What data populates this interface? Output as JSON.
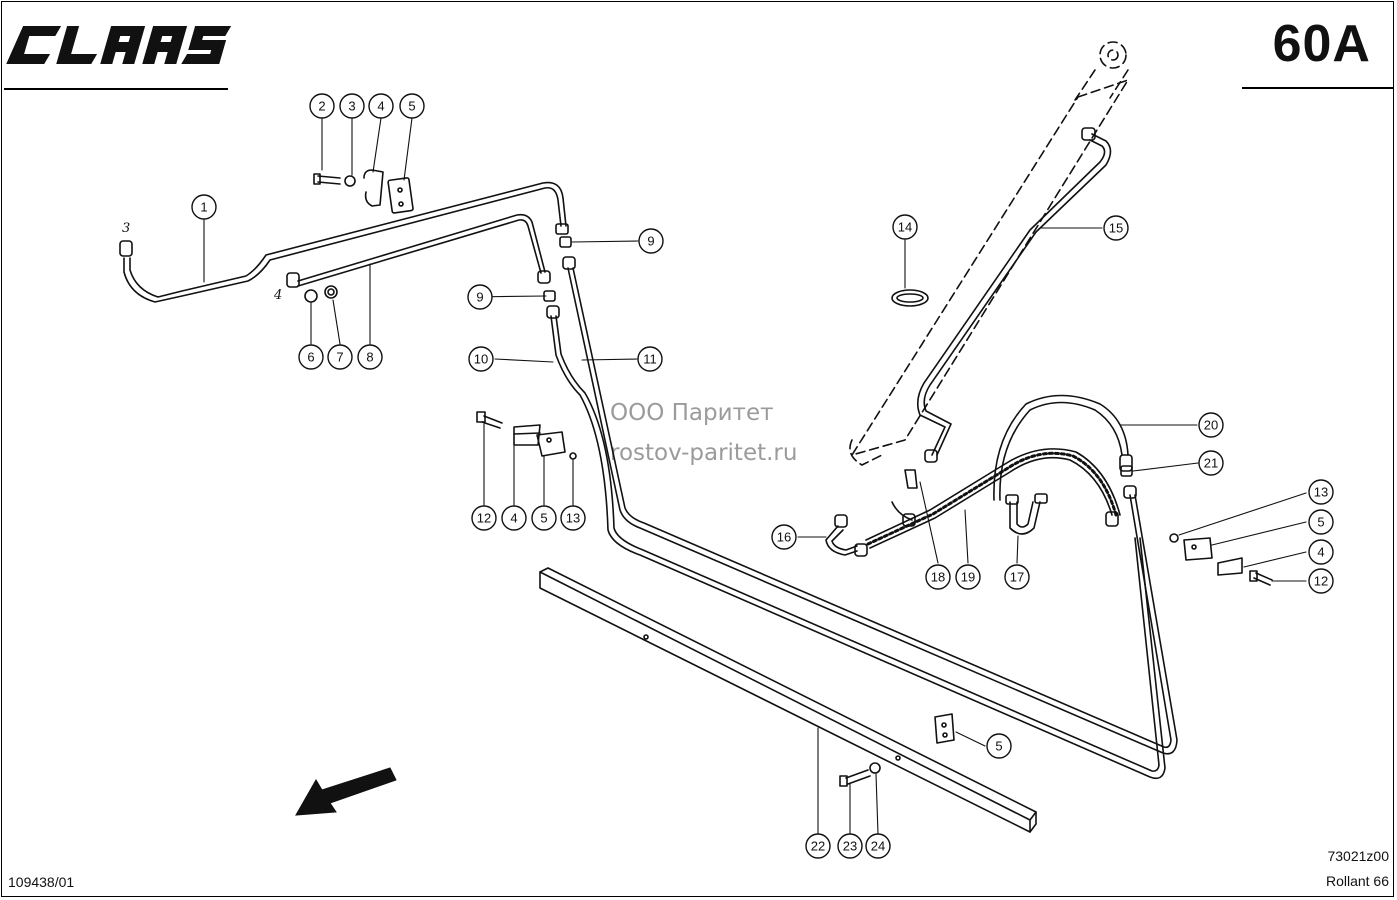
{
  "header": {
    "brand": "CLAAS",
    "page_number": "60A"
  },
  "footer": {
    "doc_number": "109438/01",
    "drawing_code": "73021z00",
    "model": "Rollant 66"
  },
  "watermark": {
    "line1": "ООО Паритет",
    "line2": "rostov-paritet.ru"
  },
  "italic_labels": [
    "3",
    "4"
  ],
  "callouts": [
    {
      "name": "callout-2",
      "label": "2"
    },
    {
      "name": "callout-3",
      "label": "3"
    },
    {
      "name": "callout-4",
      "label": "4"
    },
    {
      "name": "callout-5",
      "label": "5"
    },
    {
      "name": "callout-1",
      "label": "1"
    },
    {
      "name": "callout-9-upper",
      "label": "9"
    },
    {
      "name": "callout-9-lower",
      "label": "9"
    },
    {
      "name": "callout-6",
      "label": "6"
    },
    {
      "name": "callout-7",
      "label": "7"
    },
    {
      "name": "callout-8",
      "label": "8"
    },
    {
      "name": "callout-10",
      "label": "10"
    },
    {
      "name": "callout-11",
      "label": "11"
    },
    {
      "name": "callout-12-left",
      "label": "12"
    },
    {
      "name": "callout-4-left",
      "label": "4"
    },
    {
      "name": "callout-5-left",
      "label": "5"
    },
    {
      "name": "callout-13-left",
      "label": "13"
    },
    {
      "name": "callout-14",
      "label": "14"
    },
    {
      "name": "callout-15",
      "label": "15"
    },
    {
      "name": "callout-16",
      "label": "16"
    },
    {
      "name": "callout-18",
      "label": "18"
    },
    {
      "name": "callout-19",
      "label": "19"
    },
    {
      "name": "callout-17",
      "label": "17"
    },
    {
      "name": "callout-20",
      "label": "20"
    },
    {
      "name": "callout-21",
      "label": "21"
    },
    {
      "name": "callout-13-right",
      "label": "13"
    },
    {
      "name": "callout-5-right",
      "label": "5"
    },
    {
      "name": "callout-4-right",
      "label": "4"
    },
    {
      "name": "callout-12-right",
      "label": "12"
    },
    {
      "name": "callout-5-bottom",
      "label": "5"
    },
    {
      "name": "callout-22",
      "label": "22"
    },
    {
      "name": "callout-23",
      "label": "23"
    },
    {
      "name": "callout-24",
      "label": "24"
    }
  ]
}
